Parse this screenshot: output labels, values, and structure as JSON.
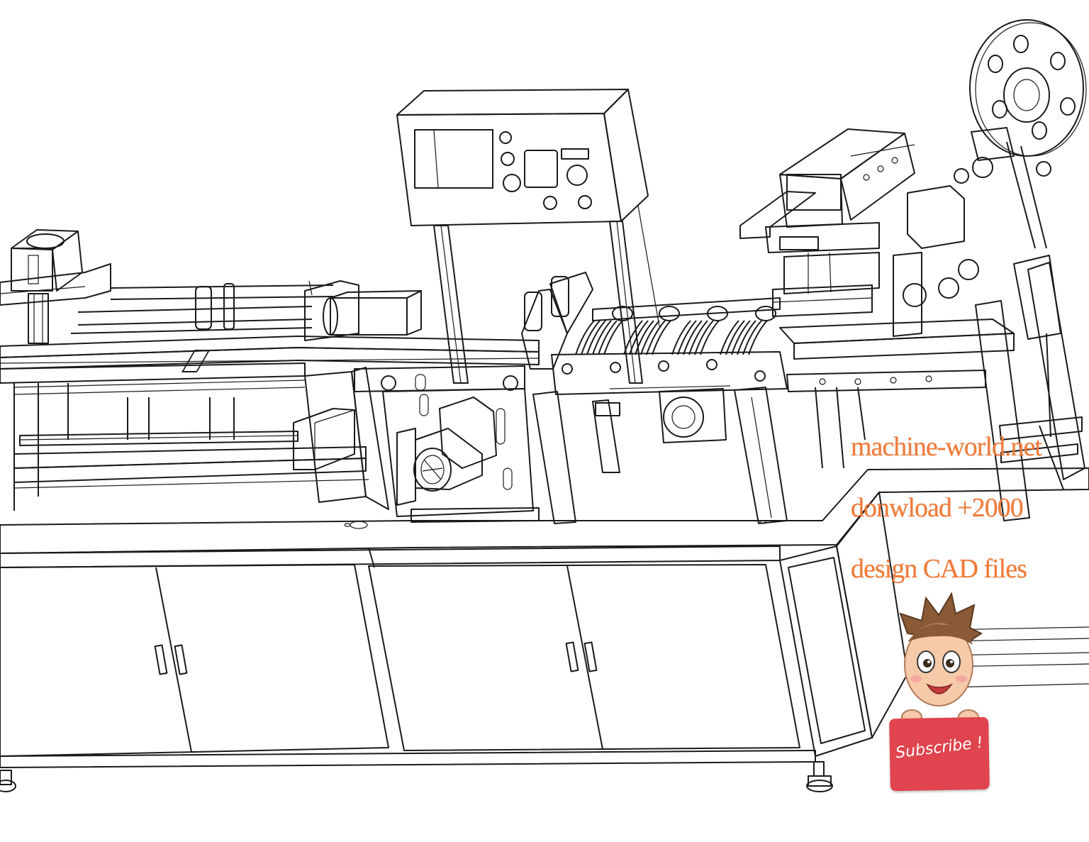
{
  "watermark": {
    "line1": "machine-world.net",
    "line2": "donwload +2000",
    "line3": "design CAD files",
    "color": "#f07b3a"
  },
  "badge": {
    "label": "Subscribe !",
    "color": "#e0444e",
    "icon": "mascot-cartoon-boy-icon"
  },
  "drawing": {
    "style": "line-art",
    "stroke_color": "#1a1a1a"
  }
}
